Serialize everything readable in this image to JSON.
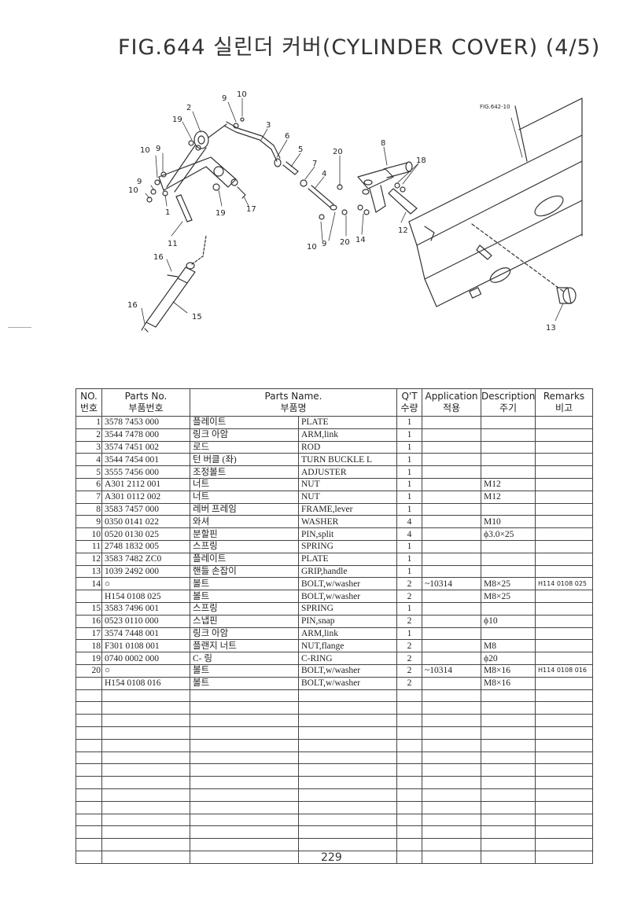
{
  "title": "FIG.644 실린더 커버(CYLINDER COVER) (4/5)",
  "page_number": "229",
  "diagram": {
    "ref_label": "FIG.642-10",
    "callouts": [
      "1",
      "2",
      "3",
      "4",
      "5",
      "6",
      "7",
      "8",
      "9",
      "10",
      "11",
      "12",
      "13",
      "14",
      "15",
      "16",
      "17",
      "18",
      "19",
      "20"
    ]
  },
  "table": {
    "headers": {
      "no": "NO.",
      "no_ko": "번호",
      "part_no": "Parts No.",
      "part_no_ko": "부품번호",
      "name": "Parts Name.",
      "name_ko": "부품명",
      "qty": "Q'T",
      "qty_ko": "수량",
      "application": "Application",
      "application_ko": "적용",
      "description": "Description",
      "description_ko": "주기",
      "remarks": "Remarks",
      "remarks_ko": "비고"
    },
    "rows": [
      {
        "no": "1",
        "part": "3578 7453 000",
        "ko": "플레이트",
        "en": "PLATE",
        "qty": "1",
        "app": "",
        "desc": "",
        "rem": ""
      },
      {
        "no": "2",
        "part": "3544 7478 000",
        "ko": "링크 아암",
        "en": "ARM,link",
        "qty": "1",
        "app": "",
        "desc": "",
        "rem": ""
      },
      {
        "no": "3",
        "part": "3574 7451 002",
        "ko": "로드",
        "en": "ROD",
        "qty": "1",
        "app": "",
        "desc": "",
        "rem": ""
      },
      {
        "no": "4",
        "part": "3544 7454 001",
        "ko": "턴 버클 (좌)",
        "en": "TURN BUCKLE L",
        "qty": "1",
        "app": "",
        "desc": "",
        "rem": ""
      },
      {
        "no": "5",
        "part": "3555 7456 000",
        "ko": "조정볼트",
        "en": "ADJUSTER",
        "qty": "1",
        "app": "",
        "desc": "",
        "rem": ""
      },
      {
        "no": "6",
        "part": "A301 2112 001",
        "ko": "너트",
        "en": "NUT",
        "qty": "1",
        "app": "",
        "desc": "M12",
        "rem": ""
      },
      {
        "no": "7",
        "part": "A301 0112 002",
        "ko": "너트",
        "en": "NUT",
        "qty": "1",
        "app": "",
        "desc": "M12",
        "rem": ""
      },
      {
        "no": "8",
        "part": "3583 7457 000",
        "ko": "레버 프레임",
        "en": "FRAME,lever",
        "qty": "1",
        "app": "",
        "desc": "",
        "rem": ""
      },
      {
        "no": "9",
        "part": "0350 0141 022",
        "ko": "와셔",
        "en": "WASHER",
        "qty": "4",
        "app": "",
        "desc": "M10",
        "rem": ""
      },
      {
        "no": "10",
        "part": "0520 0130 025",
        "ko": "분할핀",
        "en": "PIN,split",
        "qty": "4",
        "app": "",
        "desc": "ϕ3.0×25",
        "rem": ""
      },
      {
        "no": "11",
        "part": "2748 1832 005",
        "ko": "스프링",
        "en": "SPRING",
        "qty": "1",
        "app": "",
        "desc": "",
        "rem": ""
      },
      {
        "no": "12",
        "part": "3583 7482 ZC0",
        "ko": "플레이트",
        "en": "PLATE",
        "qty": "1",
        "app": "",
        "desc": "",
        "rem": ""
      },
      {
        "no": "13",
        "part": "1039 2492 000",
        "ko": "핸들 손잡이",
        "en": "GRIP,handle",
        "qty": "1",
        "app": "",
        "desc": "",
        "rem": ""
      },
      {
        "no": "14",
        "part": "○",
        "ko": "볼트",
        "en": "BOLT,w/washer",
        "qty": "2",
        "app": "~10314",
        "desc": "M8×25",
        "rem": "H114 0108 025"
      },
      {
        "no": "",
        "part": "H154 0108 025",
        "ko": "볼트",
        "en": "BOLT,w/washer",
        "qty": "2",
        "app": "",
        "desc": "M8×25",
        "rem": ""
      },
      {
        "no": "15",
        "part": "3583 7496 001",
        "ko": "스프링",
        "en": "SPRING",
        "qty": "1",
        "app": "",
        "desc": "",
        "rem": ""
      },
      {
        "no": "16",
        "part": "0523 0110 000",
        "ko": "스냅핀",
        "en": "PIN,snap",
        "qty": "2",
        "app": "",
        "desc": "ϕ10",
        "rem": ""
      },
      {
        "no": "17",
        "part": "3574 7448 001",
        "ko": "링크 아암",
        "en": "ARM,link",
        "qty": "1",
        "app": "",
        "desc": "",
        "rem": ""
      },
      {
        "no": "18",
        "part": "F301 0108 001",
        "ko": "플랜지 너트",
        "en": "NUT,flange",
        "qty": "2",
        "app": "",
        "desc": "M8",
        "rem": ""
      },
      {
        "no": "19",
        "part": "0740 0002 000",
        "ko": "C- 링",
        "en": "C-RING",
        "qty": "2",
        "app": "",
        "desc": "ϕ20",
        "rem": ""
      },
      {
        "no": "20",
        "part": "○",
        "ko": "볼트",
        "en": "BOLT,w/washer",
        "qty": "2",
        "app": "~10314",
        "desc": "M8×16",
        "rem": "H114 0108 016"
      },
      {
        "no": "",
        "part": "H154 0108 016",
        "ko": "볼트",
        "en": "BOLT,w/washer",
        "qty": "2",
        "app": "",
        "desc": "M8×16",
        "rem": ""
      }
    ],
    "empty_row_count": 14
  }
}
